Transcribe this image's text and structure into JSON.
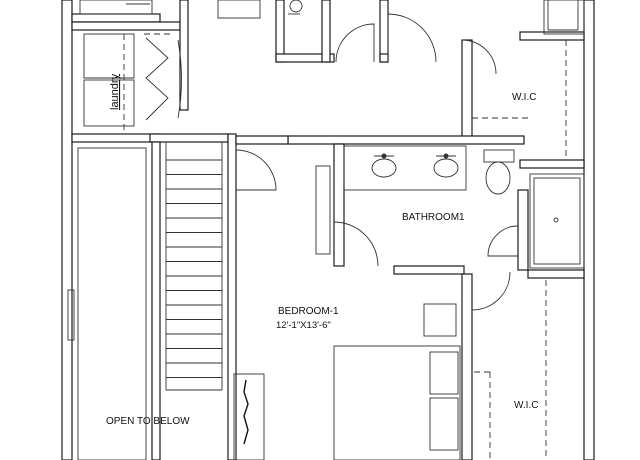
{
  "rooms": {
    "laundry": "laundry",
    "wic_top": "W.I.C",
    "bathroom": "BATHROOM1",
    "bedroom_name": "BEDROOM-1",
    "bedroom_dims": "12'-1\"X13'-6\"",
    "open_to_below": "OPEN TO BELOW",
    "wic_bottom": "W.I.C"
  },
  "colors": {
    "wall": "#1a1a1a",
    "wall_fill": "#ffffff",
    "detail": "#333333",
    "background": "#ffffff"
  }
}
